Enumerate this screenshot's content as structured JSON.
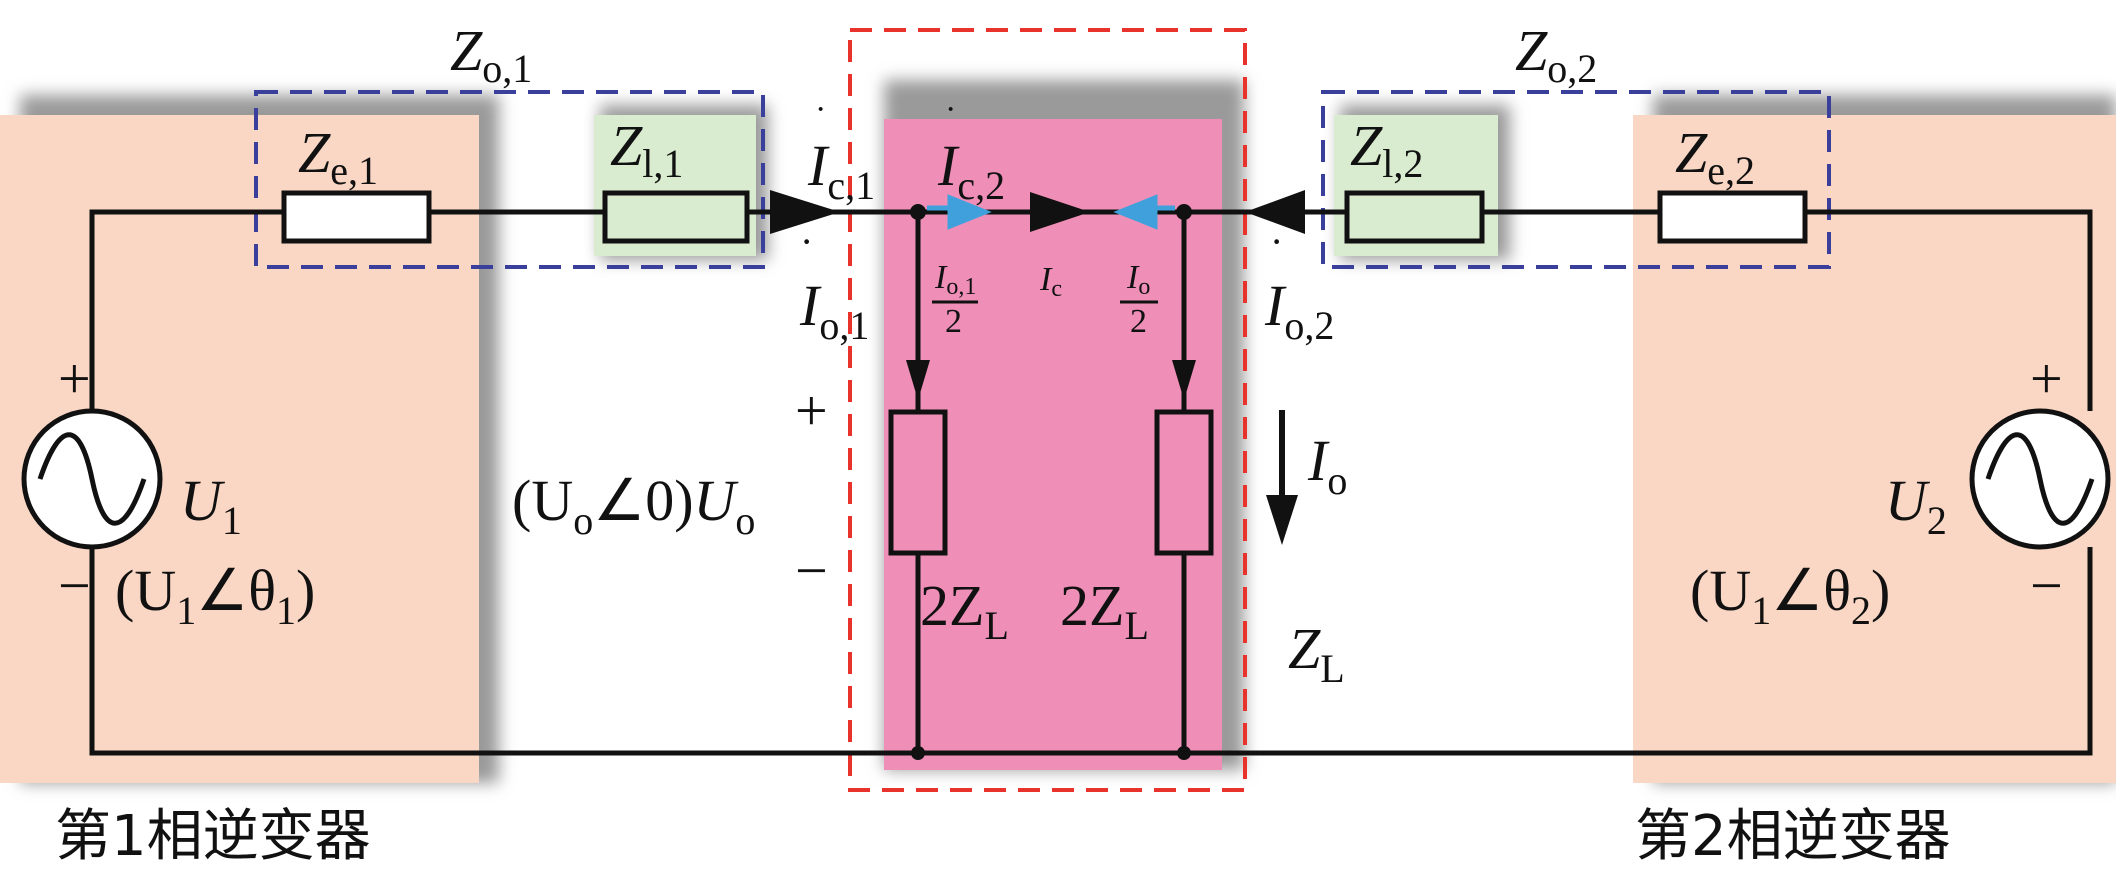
{
  "title": "Parallel inverter equivalent circuit",
  "colors": {
    "inverter_bg": "#f9d7c4",
    "load_bg": "#ef8fb8",
    "line_bg": "#d9ecd0",
    "blue_dash": "#3b3f9c",
    "red_dash": "#e8322c",
    "blue_arrow": "#3fa0db"
  },
  "labels": {
    "zo1": "Z",
    "zo1_sub": "o,1",
    "zo2": "Z",
    "zo2_sub": "o,2",
    "ze1": "Z",
    "ze1_sub": "e,1",
    "zl1": "Z",
    "zl1_sub": "l,1",
    "zl2": "Z",
    "zl2_sub": "l,2",
    "ze2": "Z",
    "ze2_sub": "e,2",
    "ic1": "I",
    "ic1_sub": "c,1",
    "ic2": "I",
    "ic2_sub": "c,2",
    "io1": "I",
    "io1_sub": "o,1",
    "io2": "I",
    "io2_sub": "o,2",
    "io1_half": "I",
    "io1_half_sub": "o,1",
    "half_den": "2",
    "io_half": "I",
    "io_half_sub": "o",
    "ic": "I",
    "ic_sub": "c",
    "io": "I",
    "io_sub": "o",
    "u1": "U",
    "u1_sub": "1",
    "u1_polar": "(U",
    "u1_polar_sub": "1",
    "u1_angle": "∠θ",
    "u1_angle_sub": "1",
    "close": ")",
    "u2": "U",
    "u2_sub": "2",
    "u2_polar": "(U",
    "u2_polar_sub": "1",
    "u2_angle": "∠θ",
    "u2_angle_sub": "2",
    "uo_polar": "(U",
    "uo_polar_sub": "o",
    "uo_angle": "∠0)",
    "uo": "U",
    "uo_sub": "o",
    "load_left": "2Z",
    "load_left_sub": "L",
    "load_right": "2Z",
    "load_right_sub": "L",
    "zl": "Z",
    "zl_sub": "L",
    "plus": "+",
    "minus": "−",
    "inverter1": "第1相逆变器",
    "inverter2": "第2相逆变器"
  }
}
